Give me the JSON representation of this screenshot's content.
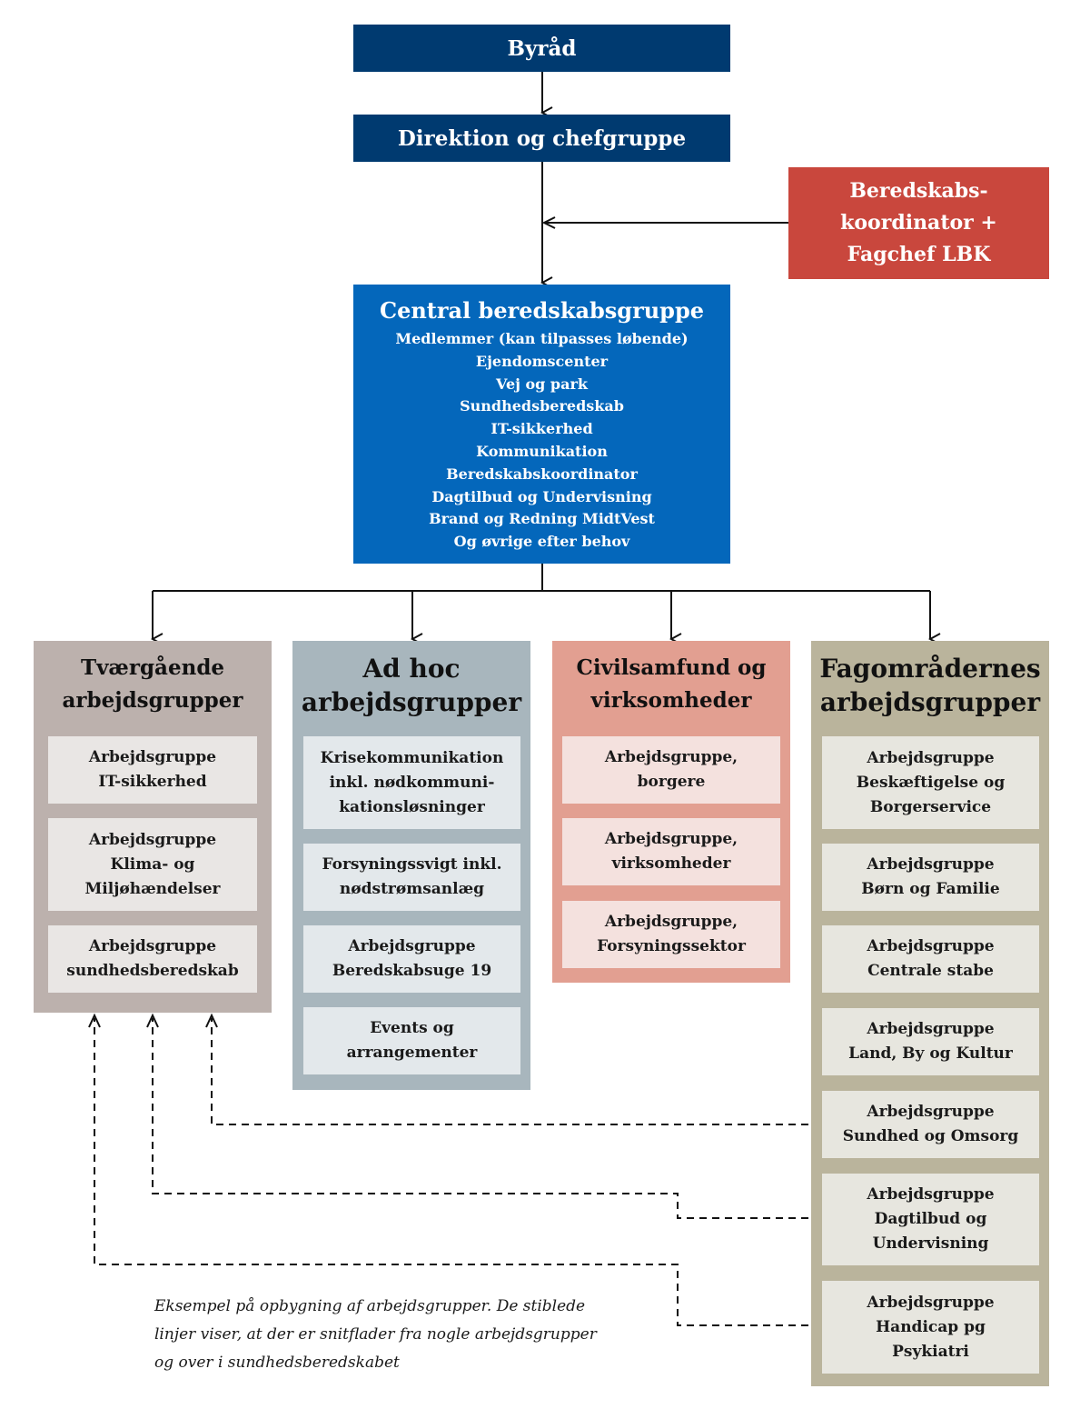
{
  "colors": {
    "navy": "#003a70",
    "blue": "#0467bb",
    "red": "#c9473d",
    "taupe": "#bcb1ad",
    "slate": "#a8b6bd",
    "salmon": "#e29f91",
    "khaki": "#bab49c"
  },
  "top": {
    "byraad": "Byråd",
    "direktion": "Direktion og chefgruppe"
  },
  "coordinator": {
    "lines": [
      "Beredskabs-",
      "koordinator +",
      "Fagchef LBK"
    ]
  },
  "central": {
    "title": "Central beredskabsgruppe",
    "members": [
      "Medlemmer (kan tilpasses løbende)",
      "Ejendomscenter",
      "Vej og park",
      "Sundhedsberedskab",
      "IT-sikkerhed",
      "Kommunikation",
      "Beredskabskoordinator",
      "Dagtilbud og Undervisning",
      "Brand og Redning MidtVest",
      "Og øvrige efter behov"
    ]
  },
  "columns": [
    {
      "title": [
        "Tværgående",
        "arbejdsgrupper"
      ],
      "cards": [
        [
          "Arbejdsgruppe",
          "IT-sikkerhed"
        ],
        [
          "Arbejdsgruppe",
          "Klima- og",
          "Miljøhændelser"
        ],
        [
          "Arbejdsgruppe",
          "sundhedsberedskab"
        ]
      ]
    },
    {
      "title": [
        "Ad hoc",
        "arbejdsgrupper"
      ],
      "cards": [
        [
          "Krisekommunikation",
          "inkl. nødkommuni-",
          "kationsløsninger"
        ],
        [
          "Forsyningssvigt inkl.",
          "nødstrømsanlæg"
        ],
        [
          "Arbejdsgruppe",
          "Beredskabsuge 19"
        ],
        [
          "Events og",
          "arrangementer"
        ]
      ]
    },
    {
      "title": [
        "Civilsamfund og",
        "virksomheder"
      ],
      "cards": [
        [
          "Arbejdsgruppe,",
          "borgere"
        ],
        [
          "Arbejdsgruppe,",
          "virksomheder"
        ],
        [
          "Arbejdsgruppe,",
          "Forsyningssektor"
        ]
      ]
    },
    {
      "title": [
        "Fagområdernes",
        "arbejdsgrupper"
      ],
      "cards": [
        [
          "Arbejdsgruppe",
          "Beskæftigelse og",
          "Borgerservice"
        ],
        [
          "Arbejdsgruppe",
          "Børn og Familie"
        ],
        [
          "Arbejdsgruppe",
          "Centrale stabe"
        ],
        [
          "Arbejdsgruppe",
          "Land, By og Kultur"
        ],
        [
          "Arbejdsgruppe",
          "Sundhed og Omsorg"
        ],
        [
          "Arbejdsgruppe",
          "Dagtilbud og",
          "Undervisning"
        ],
        [
          "Arbejdsgruppe",
          "Handicap pg",
          "Psykiatri"
        ]
      ]
    }
  ],
  "caption": [
    "Eksempel på opbygning af arbejdsgrupper. De stiblede",
    "linjer viser, at der er snitflader fra nogle arbejdsgrupper",
    "og over i sundhedsberedskabet"
  ]
}
